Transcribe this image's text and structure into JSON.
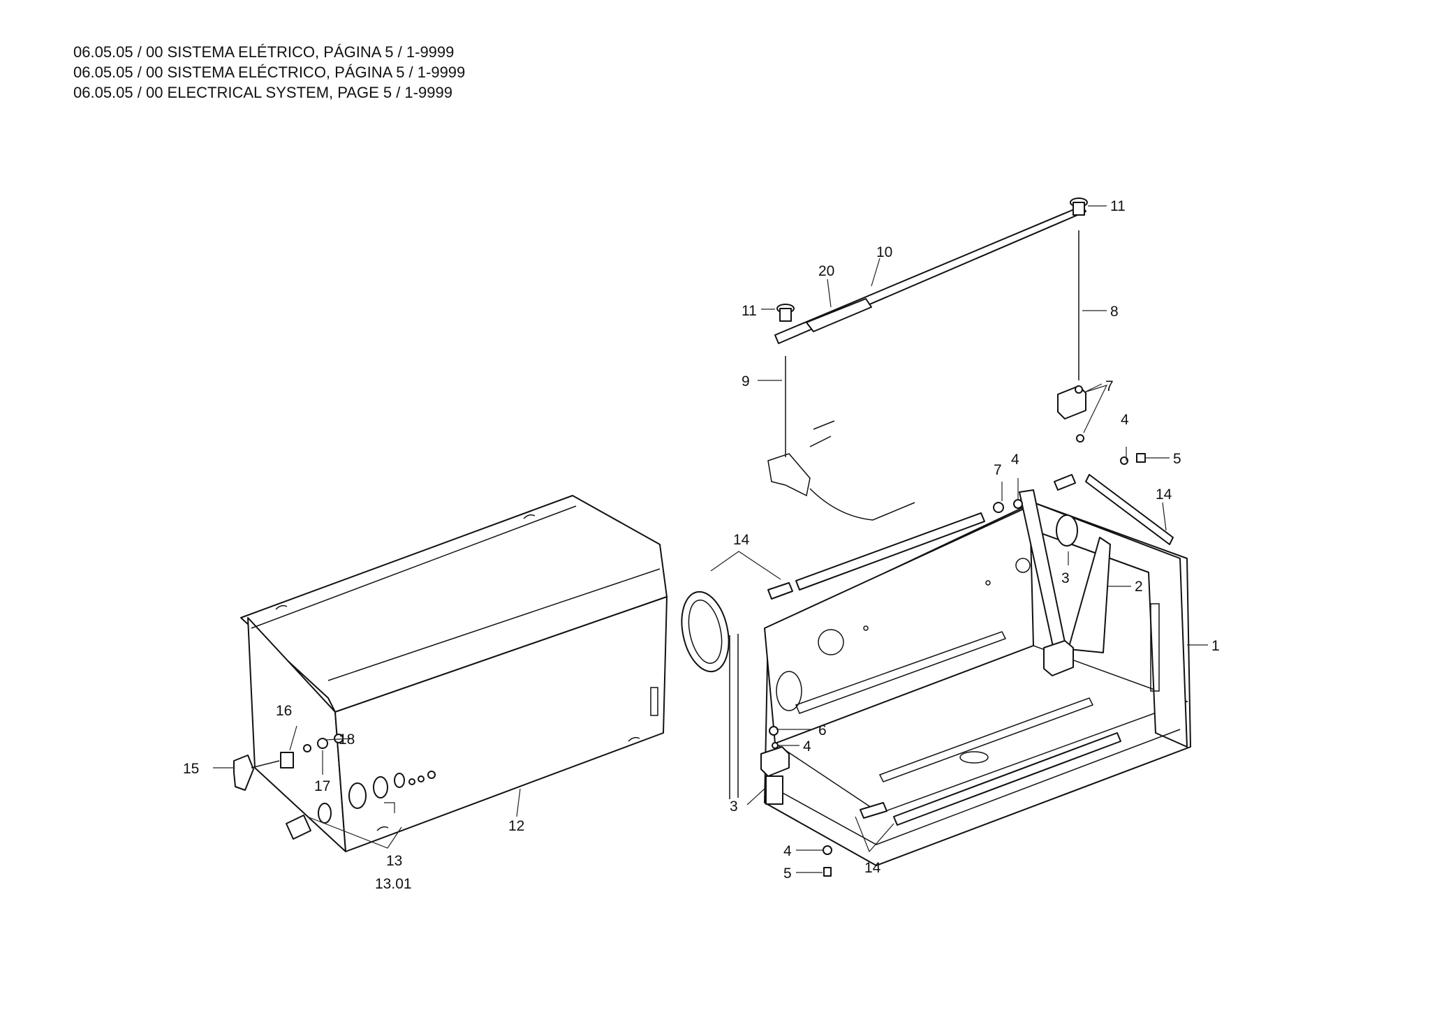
{
  "header": {
    "lines": [
      "06.05.05 / 00 SISTEMA ELÉTRICO, PÁGINA 5 / 1-9999",
      "06.05.05 / 00 SISTEMA ELÉCTRICO, PÁGINA 5 / 1-9999",
      "06.05.05 / 00 ELECTRICAL SYSTEM, PAGE 5 / 1-9999"
    ]
  },
  "callouts": {
    "c11a": "11",
    "c11b": "11",
    "c10": "10",
    "c20": "20",
    "c8": "8",
    "c9": "9",
    "c7a": "7",
    "c7b": "7",
    "c4a": "4",
    "c4b": "4",
    "c4c": "4",
    "c4d": "4",
    "c5a": "5",
    "c5b": "5",
    "c14a": "14",
    "c14b": "14",
    "c14c": "14",
    "c3a": "3",
    "c3b": "3",
    "c2": "2",
    "c1": "1",
    "c6": "6",
    "c16": "16",
    "c18": "18",
    "c15": "15",
    "c17": "17",
    "c12": "12",
    "c13": "13",
    "c1301": "13.01"
  }
}
